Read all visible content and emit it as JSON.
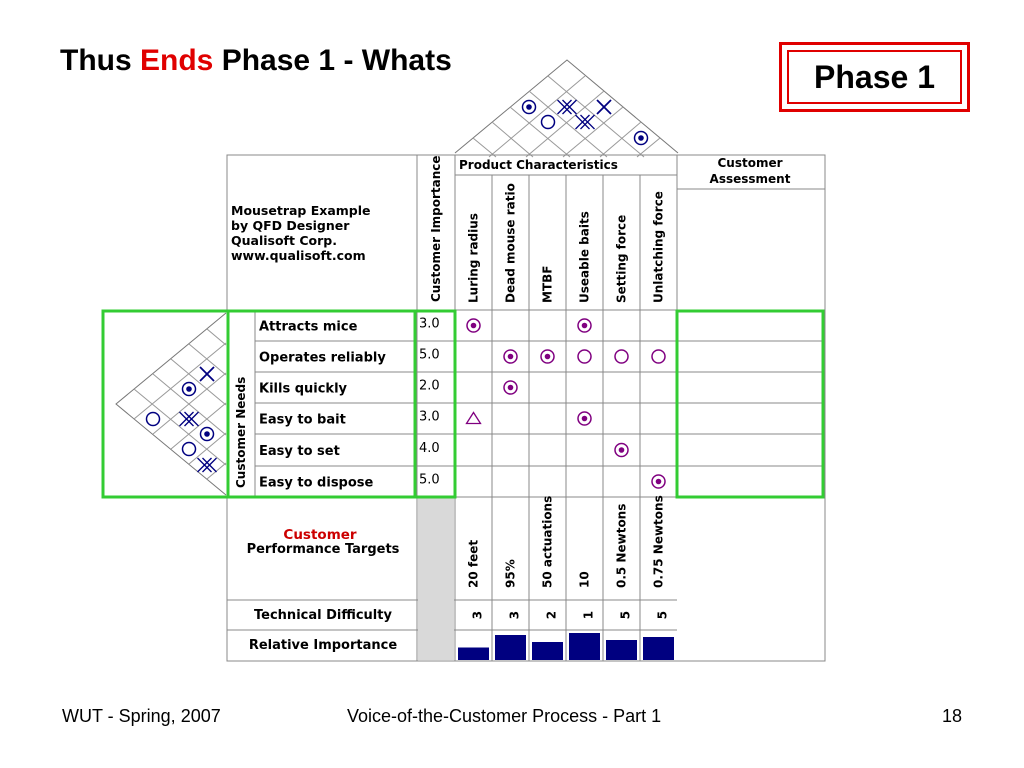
{
  "slide": {
    "title_prefix": "Thus ",
    "title_highlight": "Ends",
    "title_suffix": " Phase 1 - Whats",
    "badge": "Phase 1",
    "footer_left": "WUT - Spring, 2007",
    "footer_center": "Voice-of-the-Customer Process - Part 1",
    "footer_right": "18"
  },
  "colors": {
    "highlight_red": "#e00000",
    "frame_green": "#33cc33",
    "symbol_purple": "#800080",
    "bar_navy": "#000080",
    "roof_symbol_navy": "#000080"
  },
  "qfd": {
    "example_lines": [
      "Mousetrap Example",
      "by QFD Designer",
      "Qualisoft Corp.",
      "www.qualisoft.com"
    ],
    "importance_header": "Customer Importance",
    "product_header": "Product Characteristics",
    "assessment_header": [
      "Customer",
      "Assessment"
    ],
    "needs_label": "Customer Needs",
    "characteristics": [
      "Luring radius",
      "Dead mouse ratio",
      "MTBF",
      "Useable baits",
      "Setting force",
      "Unlatching force"
    ],
    "needs": [
      {
        "label": "Attracts mice",
        "importance": "3.0"
      },
      {
        "label": "Operates reliably",
        "importance": "5.0"
      },
      {
        "label": "Kills quickly",
        "importance": "2.0"
      },
      {
        "label": "Easy to bait",
        "importance": "3.0"
      },
      {
        "label": "Easy to set",
        "importance": "4.0"
      },
      {
        "label": "Easy to dispose",
        "importance": "5.0"
      }
    ],
    "relationship_matrix": [
      [
        "strong",
        "",
        "",
        "strong",
        "",
        ""
      ],
      [
        "",
        "strong",
        "strong",
        "medium",
        "medium",
        "medium"
      ],
      [
        "",
        "strong",
        "",
        "",
        "",
        ""
      ],
      [
        "weak",
        "",
        "",
        "strong",
        "",
        ""
      ],
      [
        "",
        "",
        "",
        "",
        "strong",
        ""
      ],
      [
        "",
        "",
        "",
        "",
        "",
        "strong"
      ]
    ],
    "targets_label_red": "Customer",
    "targets_label": "Performance Targets",
    "targets": [
      "20 feet",
      "95%",
      "50 actuations",
      "10",
      "0.5 Newtons",
      "0.75 Newtons"
    ],
    "difficulty_label": "Technical Difficulty",
    "difficulty": [
      "3",
      "3",
      "2",
      "1",
      "5",
      "5"
    ],
    "relative_label": "Relative Importance",
    "relative_importance": [
      0.5,
      1.0,
      0.72,
      1.08,
      0.8,
      0.92
    ],
    "roof_symbols": [
      "strong",
      "strong-negative",
      "negative",
      "medium",
      "strong-negative",
      "strong"
    ],
    "side_symbols": [
      "negative",
      "strong",
      "medium",
      "strong-negative",
      "strong",
      "medium",
      "strong-negative"
    ]
  }
}
